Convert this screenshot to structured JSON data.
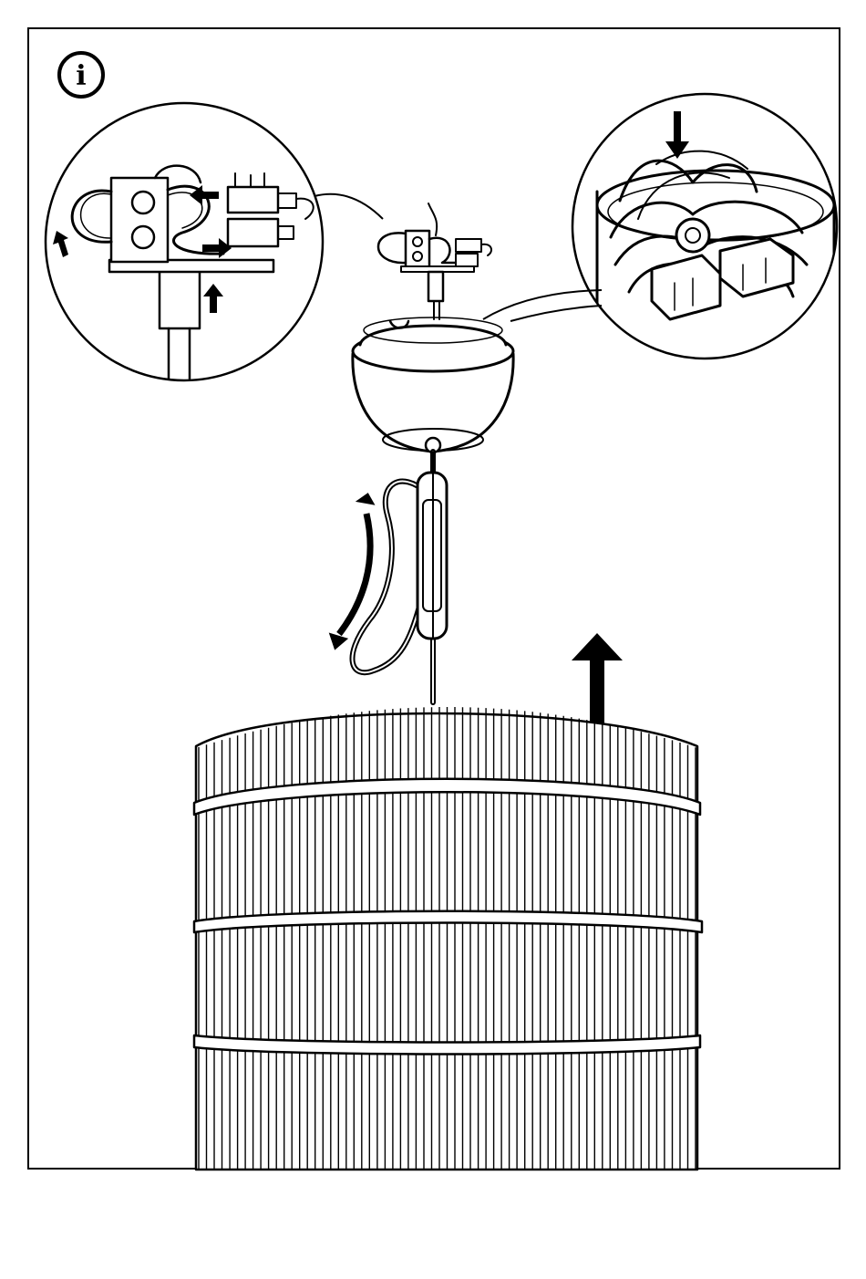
{
  "info_badge": {
    "glyph": "i",
    "icon": "info-icon"
  },
  "colors": {
    "line": "#000000",
    "background": "#ffffff"
  },
  "illustration": {
    "subject": "pendant-lamp-installation",
    "parts": [
      "ceiling-cup",
      "wire-connector",
      "cord",
      "cord-clip",
      "lamp-shade"
    ],
    "details": [
      "wire-connector-closeup",
      "cord-storage-closeup"
    ],
    "arrows": [
      "push-arrows",
      "cord-adjust-arrow",
      "height-adjust-arrow",
      "down-arrow"
    ]
  }
}
